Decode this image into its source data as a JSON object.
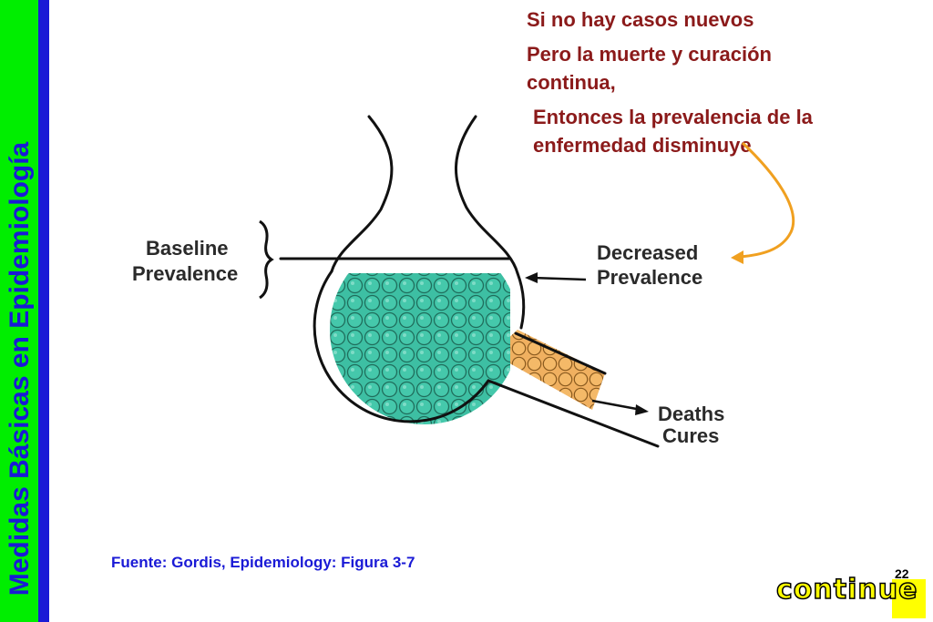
{
  "slide": {
    "side_title": "Medidas Básicas en Epidemiología",
    "bullets": [
      "Si no hay casos nuevos",
      "Pero la muerte y curación continua,",
      "Entonces la prevalencia de la enfermedad disminuye"
    ],
    "source": "Fuente: Gordis, Epidemiology: Figura 3-7",
    "continue_label": "continue",
    "page_number": "22"
  },
  "diagram": {
    "baseline_label": [
      "Baseline",
      "Prevalence"
    ],
    "decreased_label": [
      "Decreased",
      "Prevalence"
    ],
    "outflow_label": [
      "Deaths",
      "Cures"
    ]
  },
  "colors": {
    "side_green": "#00ee00",
    "side_blue": "#1a1ad6",
    "bullet_text": "#8b1a1a",
    "prevalence_fill": "#3dbfa3",
    "outflow_fill": "#f0b060",
    "annotation_arrow": "#f0a020",
    "continue_button": "#ffff00"
  }
}
